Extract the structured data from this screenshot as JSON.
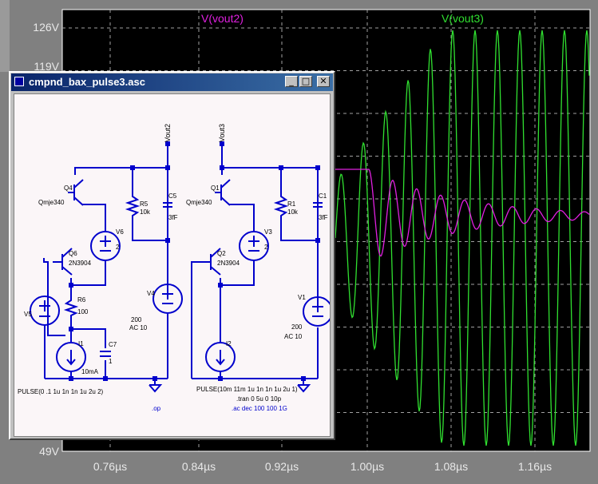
{
  "plot": {
    "trace1_label": "V(vout2)",
    "trace2_label": "V(vout3)",
    "colors": {
      "background": "#000000",
      "trace1": "#e020e0",
      "trace2": "#30e030",
      "grid": "#a0a0a0",
      "axis_text": "#e8e8e8"
    },
    "y_labels": [
      "126V",
      "119V",
      "49V"
    ],
    "x_labels": [
      "0.76µs",
      "0.84µs",
      "0.92µs",
      "1.00µs",
      "1.08µs",
      "1.16µs"
    ]
  },
  "schematic": {
    "window_title": "cmpnd_bax_pulse3.asc",
    "buttons": {
      "minimize": "_",
      "maximize": "□",
      "close": "✕"
    },
    "left": {
      "net": "Vout2",
      "q4_name": "Q4",
      "q4_model": "Qmje340",
      "q6_name": "Q6",
      "q6_model": "2N3904",
      "r5_name": "R5",
      "r5_value": "10k",
      "c5_name": "C5",
      "c5_value": "3fF",
      "v6_name": "V6",
      "v6_value": "2",
      "r6_name": "R6",
      "r6_value": "100",
      "v5_name": "V5",
      "i1_name": "I1",
      "i1_value": "10mA",
      "c7_name": "C7",
      "c7_value": "1",
      "v4_name": "V4",
      "v4_value": "200",
      "v4_ac": "AC 10",
      "pulse": "PULSE(0 .1 1u 1n 1n 1u 2u 2)",
      "directive": ".op"
    },
    "right": {
      "net": "Vout3",
      "q1_name": "Q1",
      "q1_model": "Qmje340",
      "q2_name": "Q2",
      "q2_model": "2N3904",
      "r1_name": "R1",
      "r1_value": "10k",
      "c1_name": "C1",
      "c1_value": "3fF",
      "v3_name": "V3",
      "v3_value": "2",
      "i2_name": "I2",
      "v1_name": "V1",
      "v1_value": "200",
      "v1_ac": "AC 10",
      "pulse": "PULSE(10m 11m 1u 1n 1n 1u 2u 1)",
      "tran": ".tran 0 5u 0 10p",
      "ac": ".ac dec 100 100 1G"
    }
  }
}
